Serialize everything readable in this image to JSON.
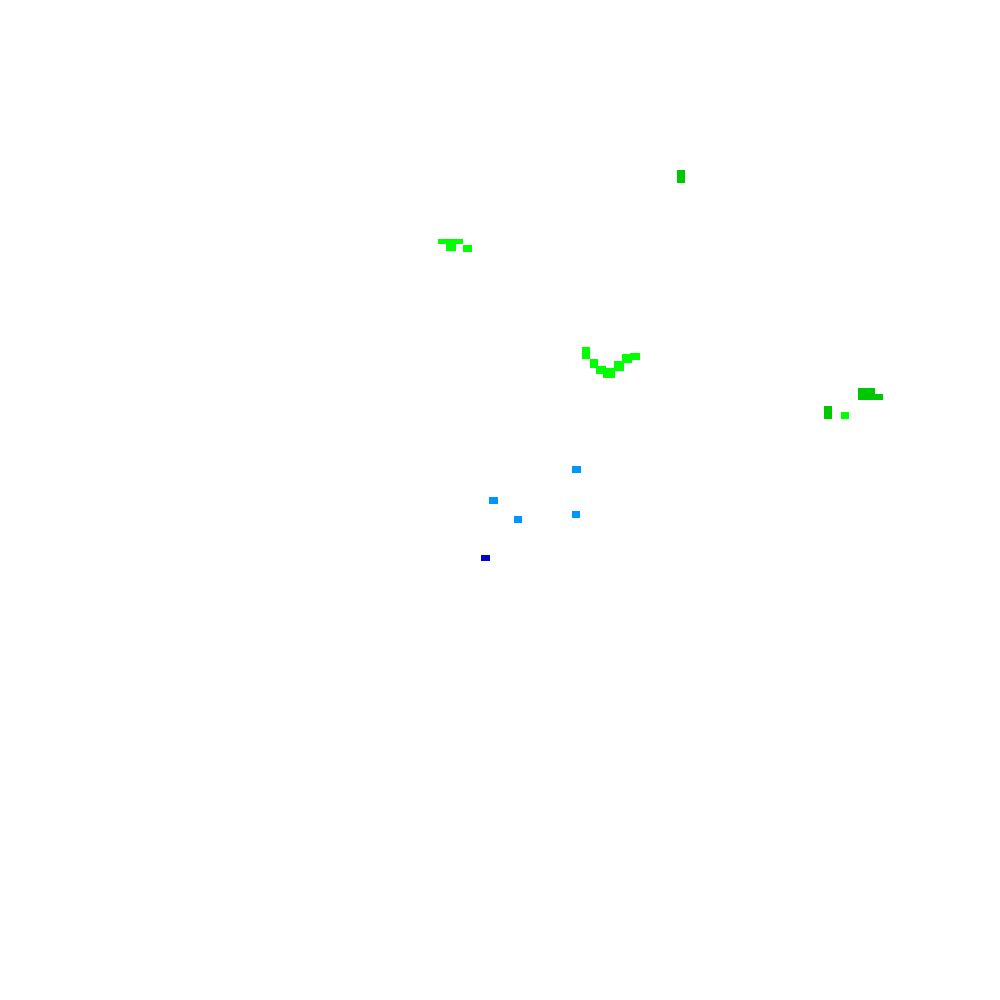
{
  "colors": {
    "background": "#ffffff",
    "bright_green": "#00ff00",
    "dark_green": "#00c800",
    "light_blue": "#0096ff",
    "dark_blue": "#0000c8"
  },
  "clusters": [
    {
      "name": "dark-green-cluster",
      "color_key": "dark_green"
    },
    {
      "name": "bright-green-cluster",
      "color_key": "bright_green"
    },
    {
      "name": "light-blue-cluster",
      "color_key": "light_blue"
    },
    {
      "name": "dark-blue-cluster",
      "color_key": "dark_blue"
    }
  ]
}
